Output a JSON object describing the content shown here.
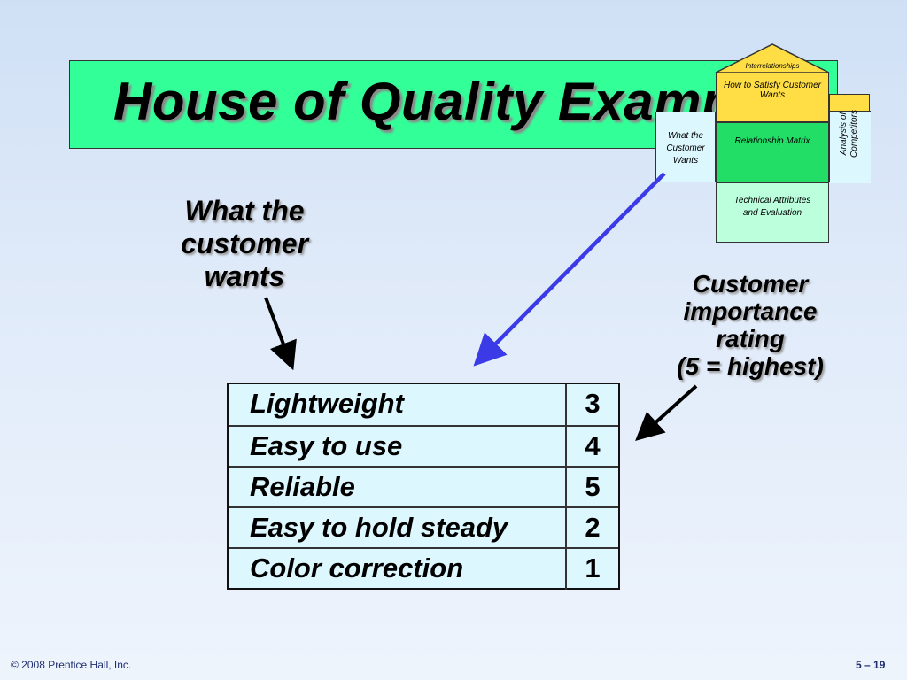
{
  "slide": {
    "title": "House of Quality Example",
    "wants_label_lines": [
      "What the",
      "customer",
      "wants"
    ],
    "rating_label_lines": [
      "Customer",
      "importance",
      "rating",
      "(5 = highest)"
    ]
  },
  "table": {
    "rows": [
      {
        "attribute": "Lightweight",
        "rating": "3"
      },
      {
        "attribute": "Easy to use",
        "rating": "4"
      },
      {
        "attribute": "Reliable",
        "rating": "5"
      },
      {
        "attribute": "Easy to hold steady",
        "rating": "2"
      },
      {
        "attribute": "Color correction",
        "rating": "1"
      }
    ]
  },
  "house": {
    "roof": "Interrelationships",
    "how": "How to Satisfy Customer Wants",
    "what": "What the Customer Wants",
    "matrix": "Relationship Matrix",
    "competitors": "Analysis of Competitors",
    "technical": "Technical Attributes and Evaluation"
  },
  "footer": {
    "copyright": "© 2008 Prentice Hall, Inc.",
    "page": "5 – 19"
  },
  "colors": {
    "title_bg": "#33ff99",
    "house_green": "#22dd66",
    "house_yellow": "#ffdd44",
    "house_light": "#ddf7ff",
    "house_mint": "#bbffdd",
    "arrow_blue": "#3a3ae6"
  }
}
